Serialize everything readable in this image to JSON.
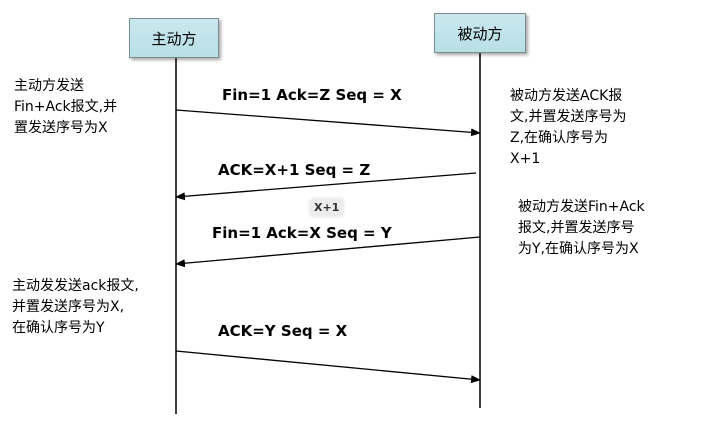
{
  "parties": {
    "active": "主动方",
    "passive": "被动方"
  },
  "messages": [
    {
      "label": "Fin=1 Ack=Z Seq = X",
      "from": "active",
      "to": "passive"
    },
    {
      "label": "ACK=X+1 Seq = Z",
      "from": "passive",
      "to": "active"
    },
    {
      "label": "Fin=1 Ack=X Seq = Y",
      "from": "passive",
      "to": "active"
    },
    {
      "label": "ACK=Y Seq = X",
      "from": "active",
      "to": "passive"
    }
  ],
  "floating_tag": "X+1",
  "notes": {
    "active_1": "主动方发送\nFin+Ack报文,并\n置发送序号为X",
    "active_2": "主动发发送ack报文,\n并置发送序号为X,\n在确认序号为Y",
    "passive_1": "被动方发送ACK报\n文,并置发送序号为\nZ,在确认序号为\nX+1",
    "passive_2": "被动方发送Fin+Ack\n报文,并置发送序号\n为Y,在确认序号为X"
  }
}
